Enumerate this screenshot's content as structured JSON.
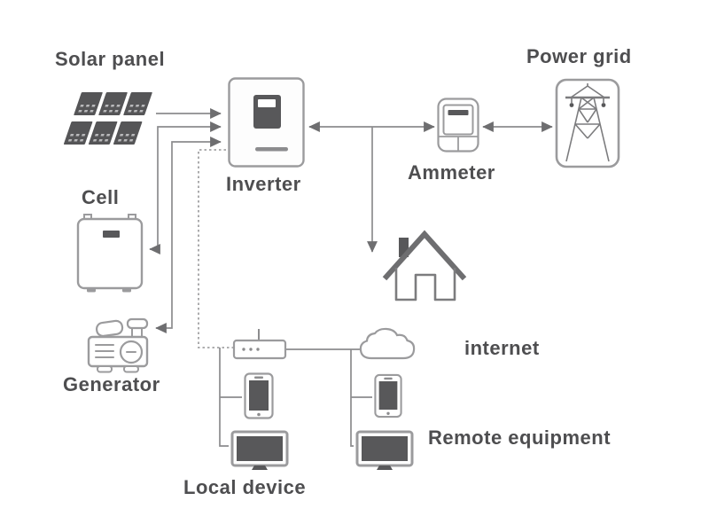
{
  "colors": {
    "background": "#ffffff",
    "connector_line": "#8c8c8e",
    "dotted_line": "#a2a2a4",
    "icon_stroke": "#9b9b9d",
    "dark_fill": "#58585a",
    "text": "#4e4e50"
  },
  "nodes": {
    "solar_panel": {
      "label": "Solar panel",
      "icon": "solar-panel-icon"
    },
    "inverter": {
      "label": "Inverter",
      "icon": "inverter-icon"
    },
    "ammeter": {
      "label": "Ammeter",
      "icon": "ammeter-icon"
    },
    "power_grid": {
      "label": "Power grid",
      "icon": "power-grid-tower-icon"
    },
    "cell": {
      "label": "Cell",
      "icon": "battery-icon"
    },
    "generator": {
      "label": "Generator",
      "icon": "generator-icon"
    },
    "house": {
      "icon": "house-icon"
    },
    "router": {
      "icon": "router-icon"
    },
    "internet": {
      "label": "internet",
      "icon": "cloud-icon"
    },
    "local_device": {
      "label": "Local device",
      "icons": [
        "smartphone-icon",
        "monitor-icon"
      ]
    },
    "remote_equipment": {
      "label": "Remote equipment",
      "icons": [
        "smartphone-icon",
        "monitor-icon"
      ]
    }
  },
  "edges": [
    {
      "from": "solar_panel",
      "to": "inverter",
      "style": "solid",
      "arrows": "to"
    },
    {
      "from": "cell",
      "to": "inverter",
      "style": "solid",
      "arrows": "both"
    },
    {
      "from": "generator",
      "to": "inverter",
      "style": "solid",
      "arrows": "both"
    },
    {
      "from": "inverter",
      "to": "ammeter",
      "style": "solid",
      "arrows": "both"
    },
    {
      "from": "ammeter",
      "to": "power_grid",
      "style": "solid",
      "arrows": "both"
    },
    {
      "from": "inverter_ammeter_line",
      "to": "house",
      "style": "solid",
      "arrows": "to"
    },
    {
      "from": "inverter",
      "to": "router",
      "style": "dotted",
      "arrows": "none"
    },
    {
      "from": "router",
      "to": "internet",
      "style": "solid",
      "arrows": "none"
    },
    {
      "from": "router",
      "to": "local_device",
      "style": "solid",
      "arrows": "none"
    },
    {
      "from": "internet",
      "to": "remote_equipment",
      "style": "solid",
      "arrows": "none"
    }
  ]
}
